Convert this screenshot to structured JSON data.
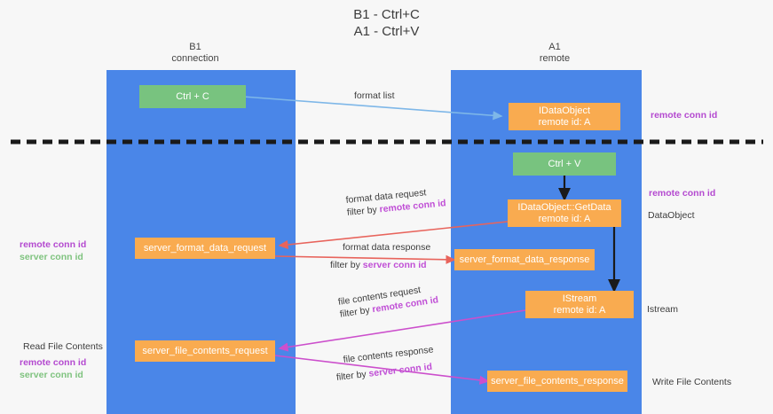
{
  "title": {
    "line1": "B1 - Ctrl+C",
    "line2": "A1 - Ctrl+V"
  },
  "lanes": [
    {
      "id": "b1",
      "name": "B1",
      "role": "connection"
    },
    {
      "id": "a1",
      "name": "A1",
      "role": "remote"
    }
  ],
  "nodes": {
    "ctrl_c": {
      "label": "Ctrl + C"
    },
    "idataobject": {
      "line1": "IDataObject",
      "line2": "remote id: A"
    },
    "ctrl_v": {
      "label": "Ctrl + V"
    },
    "getdata": {
      "line1": "IDataObject::GetData",
      "line2": "remote id: A"
    },
    "server_format_data_request": {
      "label": "server_format_data_request"
    },
    "server_format_data_response": {
      "label": "server_format_data_response"
    },
    "istream": {
      "line1": "IStream",
      "line2": "remote id: A"
    },
    "server_file_contents_request": {
      "label": "server_file_contents_request"
    },
    "server_file_contents_response": {
      "label": "server_file_contents_response"
    }
  },
  "arrow_labels": {
    "format_list": {
      "text": "format list"
    },
    "format_data_request": {
      "line1": "format data request",
      "filter_prefix": "filter by ",
      "filter_key": "remote conn id"
    },
    "format_data_response": {
      "line1": "format data response",
      "filter_prefix": "filter by ",
      "filter_key": "server conn id"
    },
    "file_contents_request": {
      "line1": "file contents request",
      "filter_prefix": "filter by ",
      "filter_key": "remote conn id"
    },
    "file_contents_response": {
      "line1": "file contents response",
      "filter_prefix": "filter by ",
      "filter_key": "server conn id"
    }
  },
  "annotations": {
    "right_top_remote_conn_id": "remote conn id",
    "right_mid_remote_conn_id": "remote conn id",
    "right_dataobject": "DataObject",
    "right_istream": "Istream",
    "right_write_file_contents": "Write File Contents",
    "left_read_file_contents": "Read File Contents",
    "left_legend_1": {
      "remote": "remote conn id",
      "server": "server conn id"
    },
    "left_legend_2": {
      "remote": "remote conn id",
      "server": "server conn id"
    }
  },
  "colors": {
    "lane": "#4a86e8",
    "green_node": "#78c37f",
    "orange_node": "#f9ab50",
    "arrow_blue": "#7eb7e8",
    "arrow_red": "#e8645c",
    "arrow_magenta": "#cc4fcc",
    "arrow_black": "#1a1a1a",
    "remote_conn_id": "#b44ad0",
    "server_conn_id": "#7fc37f",
    "divider": "#1a1a1a",
    "background": "#f7f7f7"
  }
}
